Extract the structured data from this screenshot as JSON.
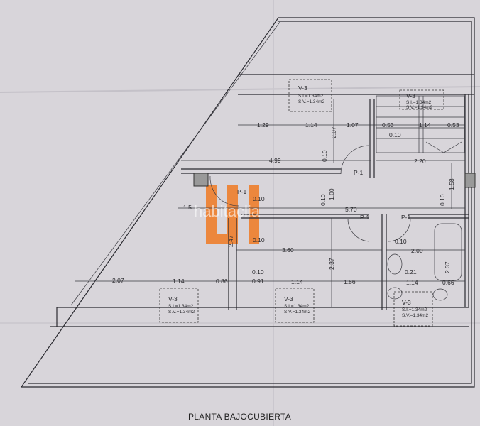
{
  "title": "PLANTA BAJOCUBIERTA",
  "watermark": "habitaclia",
  "logo": "LN",
  "colors": {
    "paper": "#d8d5da",
    "lines": "#2a2a30",
    "logo": "#f07a22"
  },
  "windows": [
    {
      "type": "V-3",
      "si": "S.I.=1.34m2",
      "sv": "S.V.=1.34m2"
    },
    {
      "type": "V-3",
      "si": "S.I.=1.34m2",
      "sv": "S.V.=1.34m2"
    },
    {
      "type": "V-3",
      "si": "S.I.=1.34m2",
      "sv": "S.V.=1.34m2"
    },
    {
      "type": "V-3",
      "si": "S.I.=1.34m2",
      "sv": "S.V.=1.34m2"
    },
    {
      "type": "V-3",
      "si": "S.I.=1.34m2",
      "sv": "S.V.=1.34m2"
    }
  ],
  "doors": [
    "P-1",
    "P-1",
    "P-1",
    "P-1"
  ],
  "dimensions": [
    "1.29",
    "1.14",
    "1.07",
    "0.53",
    "1.14",
    "0.53",
    "0.10",
    "2.07",
    "4.99",
    "0.10",
    "2.20",
    "1.58",
    "0.10",
    "1.00",
    "0.10",
    "1.5",
    "5.70",
    "0.10",
    "0.10",
    "2.47",
    "3.60",
    "0.10",
    "2.00",
    "2.37",
    "2.37",
    "0.21",
    "0.10",
    "2.07",
    "1.14",
    "0.86",
    "0.91",
    "1.14",
    "1.56",
    "1.14",
    "0.66"
  ]
}
